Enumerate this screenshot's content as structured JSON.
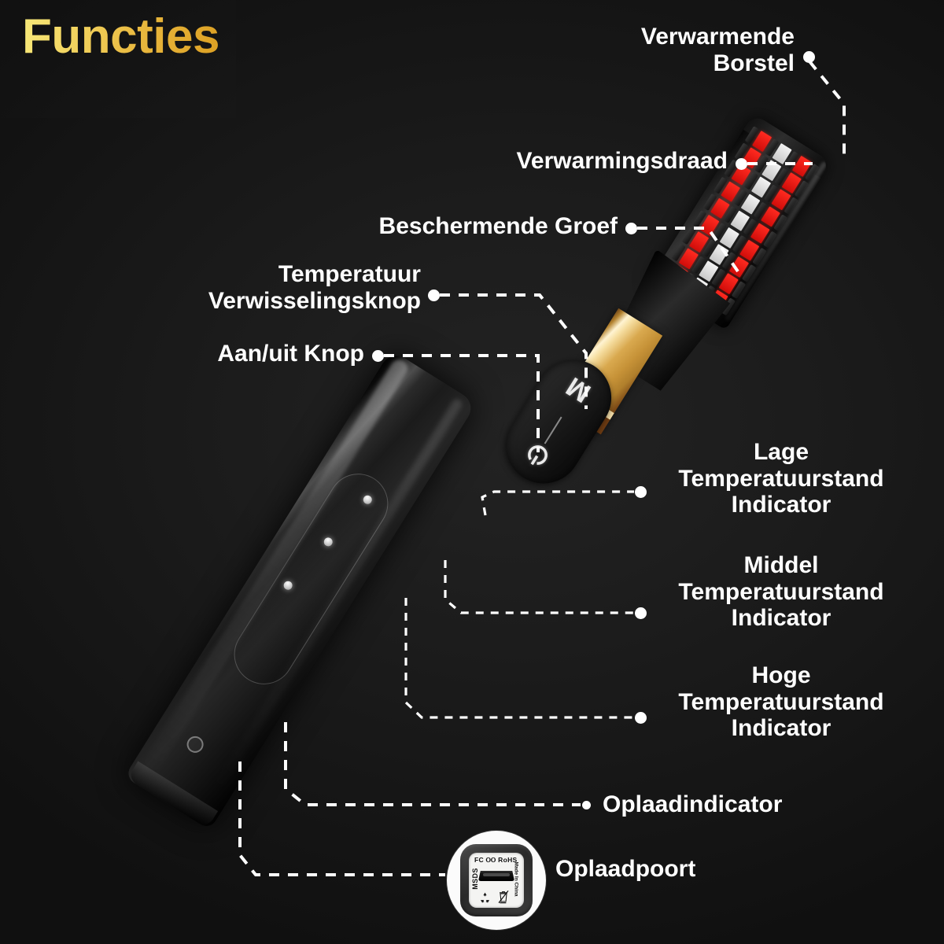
{
  "title": "Functies",
  "theme": {
    "background": "#171717",
    "title_gradient_start": "#f7e97a",
    "title_gradient_end": "#dca023",
    "label_color": "#ffffff",
    "leader_color": "#ffffff",
    "heating_wire_color": "#e81b14",
    "gold_band_color": "#d9a94f"
  },
  "annotations": [
    {
      "id": "verwarmende-borstel",
      "label": "Verwarmende\nBorstel",
      "align": "right"
    },
    {
      "id": "verwarmingsdraad",
      "label": "Verwarmingsdraad",
      "align": "right"
    },
    {
      "id": "beschermende-groef",
      "label": "Beschermende Groef",
      "align": "right"
    },
    {
      "id": "temperatuur-verwisselingsknop",
      "label": "Temperatuur\nVerwisselingsknop",
      "align": "right"
    },
    {
      "id": "aan-uit-knop",
      "label": "Aan/uit Knop",
      "align": "right"
    },
    {
      "id": "lage-temperatuurstand-indicator",
      "label": "Lage\nTemperatuurstand\nIndicator",
      "align": "center"
    },
    {
      "id": "middel-temperatuurstand-indicator",
      "label": "Middel\nTemperatuurstand\nIndicator",
      "align": "center"
    },
    {
      "id": "hoge-temperatuurstand-indicator",
      "label": "Hoge\nTemperatuurstand\nIndicator",
      "align": "center"
    },
    {
      "id": "oplaadindicator",
      "label": "Oplaadindicator",
      "align": "left"
    },
    {
      "id": "oplaadpoort",
      "label": "Oplaadpoort",
      "align": "left"
    }
  ],
  "device": {
    "button_power_icon": "power-icon",
    "button_mode_label": "M"
  },
  "charging_port": {
    "certifications": "FC ⲞⲞ RoHS",
    "msds": "MSDS",
    "origin": "Made In China",
    "recycle_icon": "recycle-icon",
    "weee_icon": "weee-bin-icon"
  }
}
